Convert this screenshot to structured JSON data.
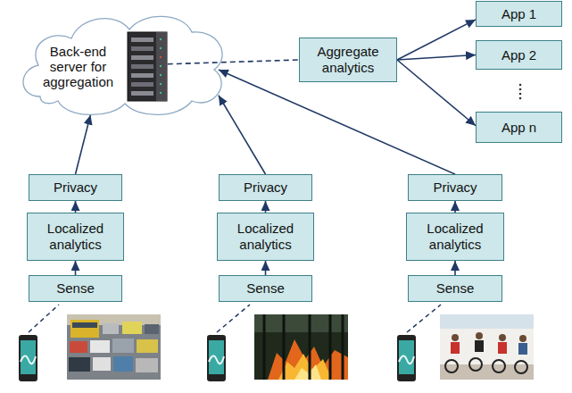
{
  "diagram": {
    "nodes": [
      {
        "text": [
          "Back-end server for aggregation"
        ]
      },
      {
        "text": [
          "Aggregate analytics"
        ]
      },
      {
        "text": [
          "App 1"
        ]
      },
      {
        "text": [
          "App 2"
        ]
      },
      {
        "text": [
          "App n"
        ]
      },
      {
        "text": [
          "Privacy"
        ]
      },
      {
        "text": [
          "Privacy"
        ]
      },
      {
        "text": [
          "Privacy"
        ]
      },
      {
        "text": [
          "Localized analytics"
        ]
      },
      {
        "text": [
          "Localized analytics"
        ]
      },
      {
        "text": [
          "Localized analytics"
        ]
      },
      {
        "text": [
          "Sense"
        ]
      },
      {
        "text": [
          "Sense"
        ]
      },
      {
        "text": [
          "Sense"
        ]
      }
    ],
    "edges": [
      {
        "from": 0,
        "to": 1,
        "arrow": "none"
      },
      {
        "from": 1,
        "to": 2,
        "arrow": "to"
      },
      {
        "from": 1,
        "to": 3,
        "arrow": "to"
      },
      {
        "from": 1,
        "to": 4,
        "arrow": "to"
      },
      {
        "from": 11,
        "to": 8,
        "arrow": "to"
      },
      {
        "from": 8,
        "to": 5,
        "arrow": "to"
      },
      {
        "from": 5,
        "to": 0,
        "arrow": "to"
      },
      {
        "from": 12,
        "to": 9,
        "arrow": "to"
      },
      {
        "from": 9,
        "to": 6,
        "arrow": "to"
      },
      {
        "from": 6,
        "to": 0,
        "arrow": "to"
      },
      {
        "from": 13,
        "to": 10,
        "arrow": "to"
      },
      {
        "from": 10,
        "to": 7,
        "arrow": "to"
      },
      {
        "from": 7,
        "to": 0,
        "arrow": "to"
      }
    ]
  }
}
